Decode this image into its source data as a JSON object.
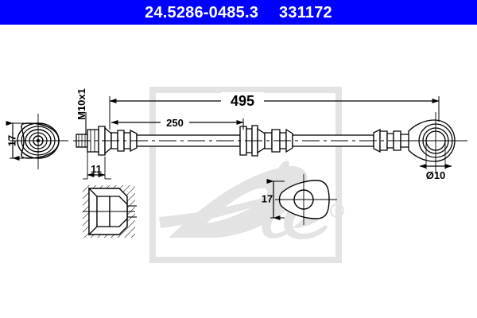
{
  "header": {
    "part_number": "24.5286-0485.3",
    "reference_number": "331172",
    "background_color": "#0000ff",
    "text_color": "#ffffff"
  },
  "drawing": {
    "title": "brake-hose-technical-drawing",
    "watermark": {
      "brand": "ate",
      "registered_mark": "®",
      "color": "#e3e3e3"
    },
    "dimensions": {
      "overall_length": "495",
      "segment_length": "250",
      "left_eye_width": "17",
      "bracket_width": "17",
      "fitting_length": "11",
      "thread_spec": "M10x1",
      "banjo_bore": "Ø10"
    },
    "views": {
      "left_end_view_label": "left-eyelet-end-view",
      "section_view_label": "fitting-cross-section-view",
      "bracket_view_label": "bracket-detail-view",
      "main_view_label": "hose-side-elevation",
      "right_banjo_label": "right-banjo-eye-view"
    },
    "line_color": "#000000"
  }
}
